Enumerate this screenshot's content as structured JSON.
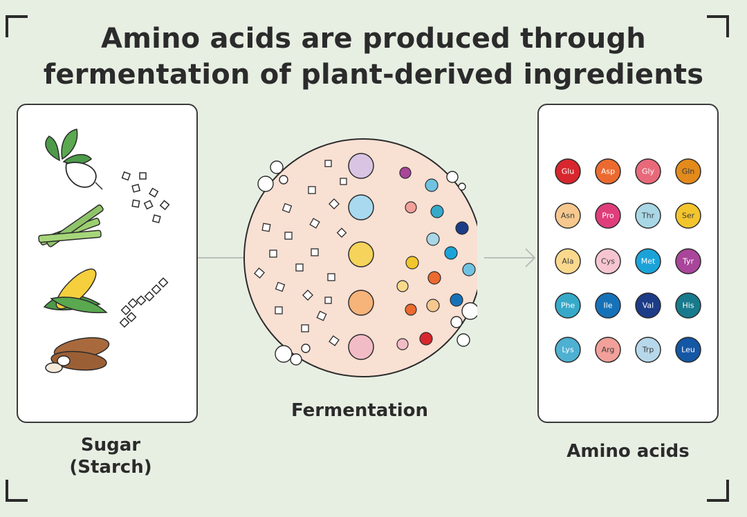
{
  "title": {
    "line1": "Amino acids are produced through",
    "line2": "fermentation of plant-derived ingredients"
  },
  "labels": {
    "sugar_line1": "Sugar",
    "sugar_line2": "(Starch)",
    "fermentation": "Fermentation",
    "amino_acids": "Amino acids"
  },
  "plants": [
    "sugar-beet-icon",
    "sugarcane-icon",
    "corn-icon",
    "cassava-icon"
  ],
  "amino_acids": [
    {
      "name": "Glu",
      "color": "#d7262e",
      "text": "#ffffff"
    },
    {
      "name": "Asp",
      "color": "#ec6a2f",
      "text": "#ffffff"
    },
    {
      "name": "Gly",
      "color": "#e8697a",
      "text": "#ffffff"
    },
    {
      "name": "Gln",
      "color": "#e38a1a",
      "text": "#3a3a3a"
    },
    {
      "name": "Asn",
      "color": "#f6c88f",
      "text": "#3a3a3a"
    },
    {
      "name": "Pro",
      "color": "#df3e7a",
      "text": "#ffffff"
    },
    {
      "name": "Thr",
      "color": "#a9d7e6",
      "text": "#3a3a3a"
    },
    {
      "name": "Ser",
      "color": "#f3c52d",
      "text": "#3a3a3a"
    },
    {
      "name": "Ala",
      "color": "#fad98d",
      "text": "#3a3a3a"
    },
    {
      "name": "Cys",
      "color": "#f6c5d1",
      "text": "#3a3a3a"
    },
    {
      "name": "Met",
      "color": "#1ba3d9",
      "text": "#ffffff"
    },
    {
      "name": "Tyr",
      "color": "#a9459a",
      "text": "#ffffff"
    },
    {
      "name": "Phe",
      "color": "#36a9c9",
      "text": "#ffffff"
    },
    {
      "name": "Ile",
      "color": "#1672b8",
      "text": "#ffffff"
    },
    {
      "name": "Val",
      "color": "#1c3c88",
      "text": "#ffffff"
    },
    {
      "name": "His",
      "color": "#187a8c",
      "text": "#ffffff"
    },
    {
      "name": "Lys",
      "color": "#4eb0d2",
      "text": "#ffffff"
    },
    {
      "name": "Arg",
      "color": "#f2a09a",
      "text": "#3a3a3a"
    },
    {
      "name": "Trp",
      "color": "#b7d8ea",
      "text": "#3a3a3a"
    },
    {
      "name": "Leu",
      "color": "#1457a5",
      "text": "#ffffff"
    }
  ]
}
